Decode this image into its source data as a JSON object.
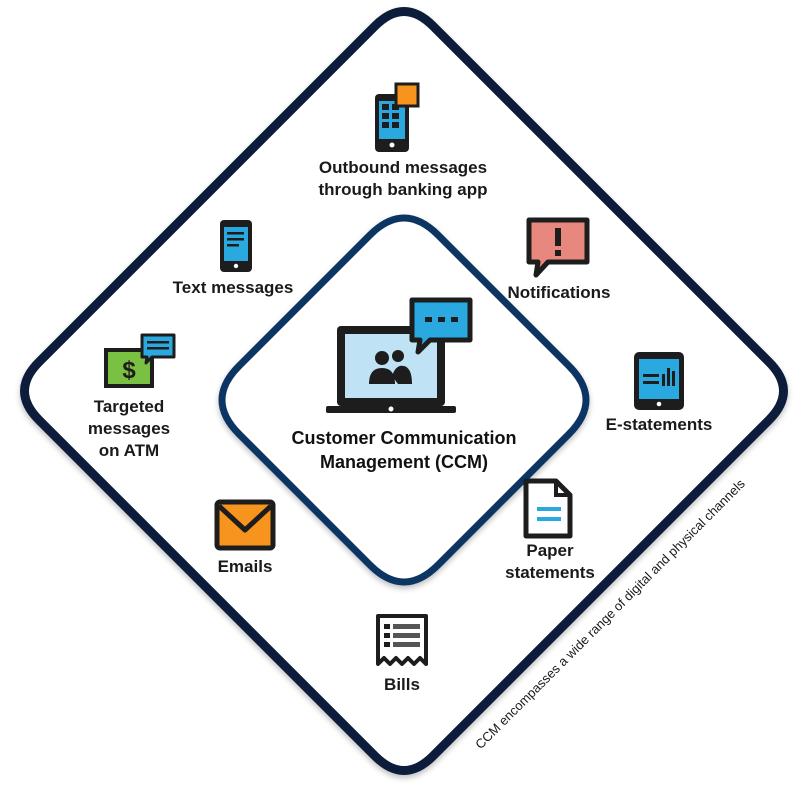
{
  "center": {
    "line1": "Customer Communication",
    "line2": "Management (CCM)"
  },
  "channels": {
    "outbound": {
      "line1": "Outbound messages",
      "line2": "through banking app"
    },
    "text_messages": "Text messages",
    "notifications": "Notifications",
    "atm": {
      "line1": "Targeted",
      "line2": "messages",
      "line3": "on ATM"
    },
    "estatements": "E-statements",
    "emails": "Emails",
    "paper": {
      "line1": "Paper",
      "line2": "statements"
    },
    "bills": "Bills"
  },
  "side_note": "CCM encompasses a wide range of digital and physical channels",
  "colors": {
    "outer_border": "#0b1e3a",
    "inner_border": "#0e3563",
    "accent_blue": "#2aa9e0",
    "orange": "#f7941d",
    "green": "#7ac143",
    "salmon": "#e8877e"
  }
}
